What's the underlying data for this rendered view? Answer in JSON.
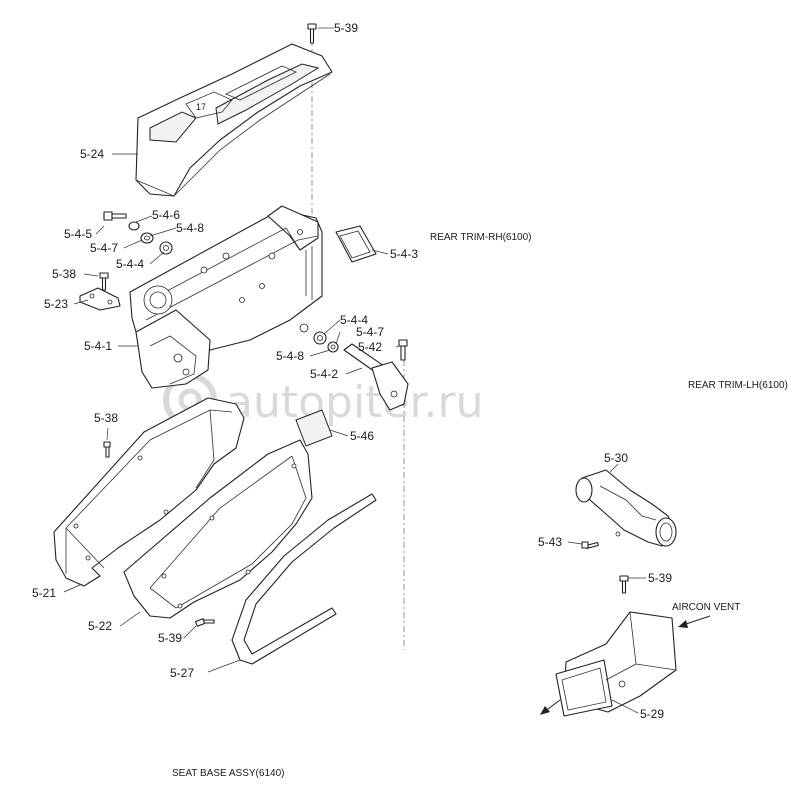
{
  "watermark": "autopiter.ru",
  "notes": {
    "rear_trim_rh": "REAR TRIM-RH(6100)",
    "rear_trim_lh": "REAR TRIM-LH(6100)",
    "aircon_vent": "AIRCON VENT",
    "seat_base_assy": "SEAT BASE ASSY(6140)"
  },
  "labels": {
    "p5_39_top": "5-39",
    "p5_24": "5-24",
    "p5_4_6": "5-4-6",
    "p5_4_5": "5-4-5",
    "p5_4_8_a": "5-4-8",
    "p5_4_7_a": "5-4-7",
    "p5_4_4_a": "5-4-4",
    "p5_38_a": "5-38",
    "p5_23": "5-23",
    "p5_4_1": "5-4-1",
    "p5_4_3": "5-4-3",
    "p5_4_4_b": "5-4-4",
    "p5_4_7_b": "5-4-7",
    "p5_4_8_b": "5-4-8",
    "p5_42": "5-42",
    "p5_4_2": "5-4-2",
    "p5_38_b": "5-38",
    "p5_46": "5-46",
    "p5_21": "5-21",
    "p5_22": "5-22",
    "p5_39_mid": "5-39",
    "p5_27": "5-27",
    "p5_30": "5-30",
    "p5_43": "5-43",
    "p5_39_right": "5-39",
    "p5_29": "5-29"
  }
}
